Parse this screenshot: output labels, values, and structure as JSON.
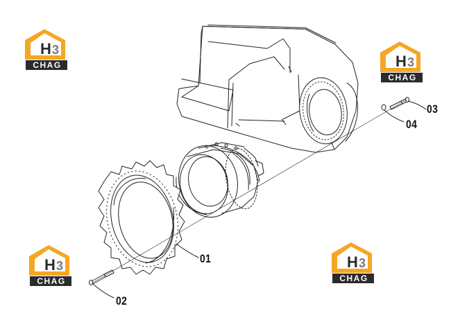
{
  "callouts": {
    "c01": "01",
    "c02": "02",
    "c03": "03",
    "c04": "04"
  },
  "watermark": {
    "text": "CHAG",
    "icon": "h3-logo-icon",
    "colors": {
      "orange": "#F5A623",
      "dark": "#2B2B2B",
      "grey": "#7A7A7A"
    }
  }
}
